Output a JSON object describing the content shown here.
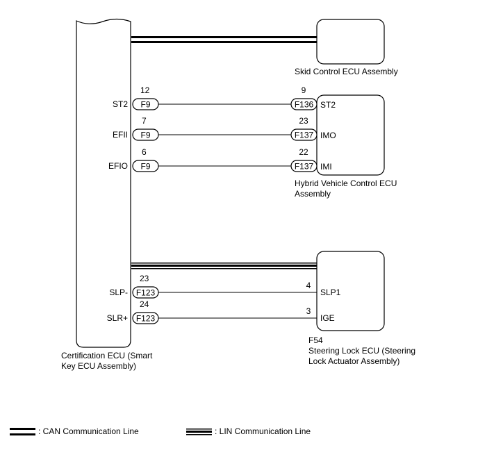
{
  "ecus": {
    "certification": {
      "label_line1": "Certification ECU (Smart",
      "label_line2": "Key ECU Assembly)"
    },
    "skid_control": {
      "label": "Skid Control ECU Assembly"
    },
    "hybrid_vehicle": {
      "label_line1": "Hybrid Vehicle Control ECU",
      "label_line2": "Assembly"
    },
    "steering_lock": {
      "connector": "F54",
      "label_line1": "Steering Lock ECU (Steering",
      "label_line2": "Lock Actuator Assembly)"
    }
  },
  "wires": [
    {
      "left_signal": "ST2",
      "left_pin": "12",
      "left_connector": "F9",
      "right_pin": "9",
      "right_connector": "F136",
      "right_signal": "ST2"
    },
    {
      "left_signal": "EFII",
      "left_pin": "7",
      "left_connector": "F9",
      "right_pin": "23",
      "right_connector": "F137",
      "right_signal": "IMO"
    },
    {
      "left_signal": "EFIO",
      "left_pin": "6",
      "left_connector": "F9",
      "right_pin": "22",
      "right_connector": "F137",
      "right_signal": "IMI"
    },
    {
      "left_signal": "SLP-",
      "left_pin": "23",
      "left_connector": "F123",
      "right_pin": "4",
      "right_connector": "",
      "right_signal": "SLP1"
    },
    {
      "left_signal": "SLR+",
      "left_pin": "24",
      "left_connector": "F123",
      "right_pin": "3",
      "right_connector": "",
      "right_signal": "IGE"
    }
  ],
  "legend": {
    "can_label": ": CAN Communication Line",
    "lin_label": ": LIN Communication Line"
  }
}
